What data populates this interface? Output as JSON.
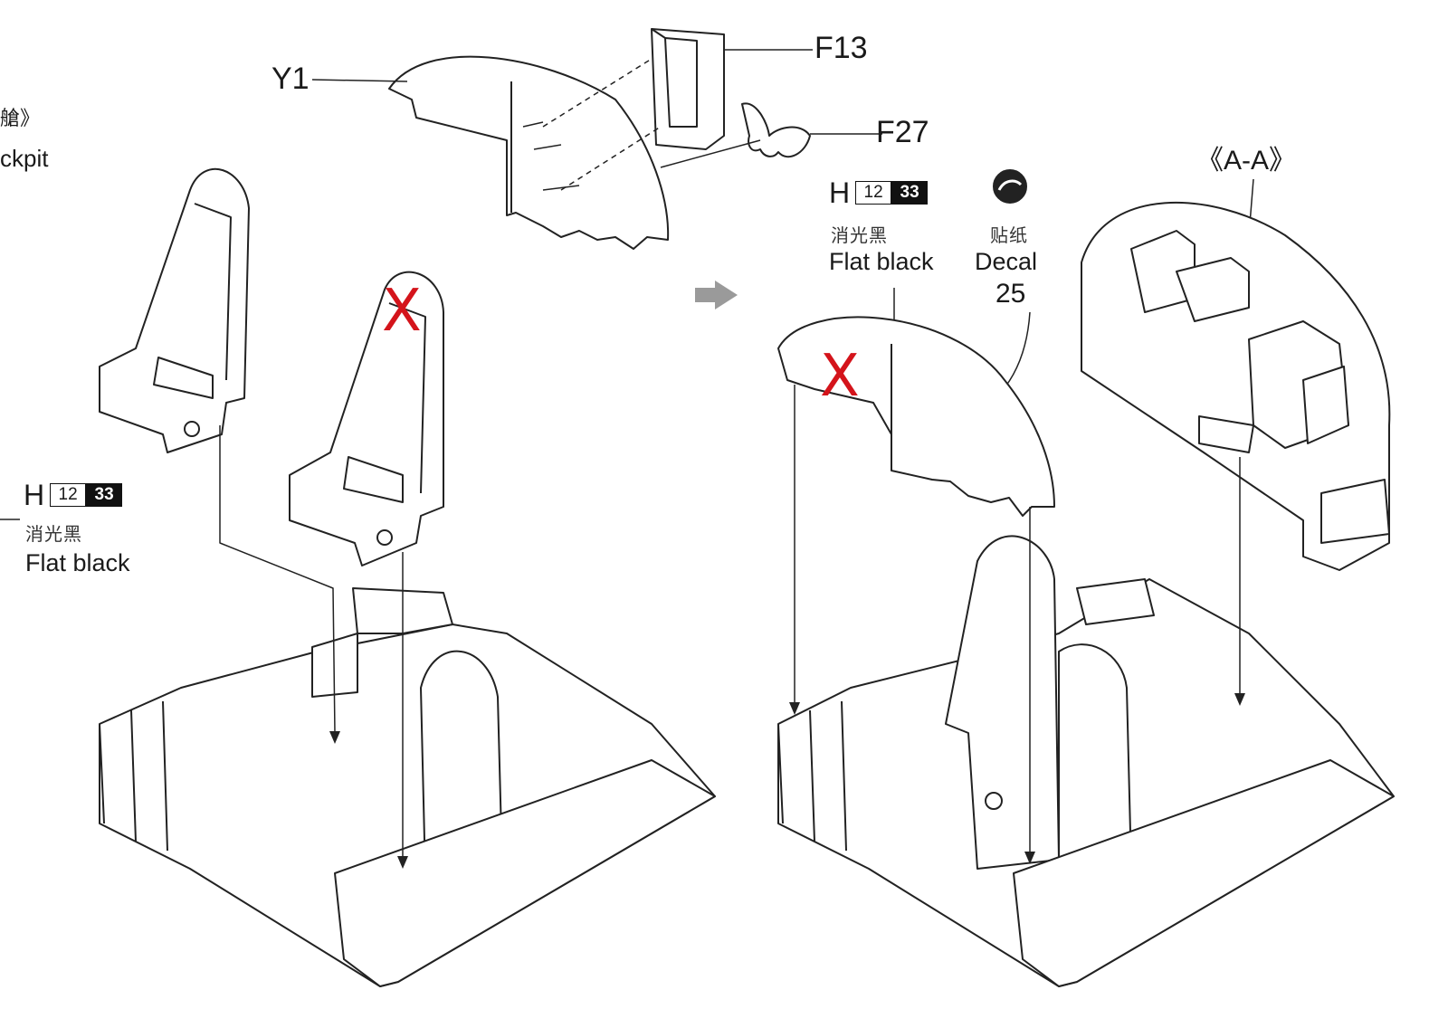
{
  "header": {
    "title_fragment": "艙》",
    "title_en_fragment": "ckpit"
  },
  "parts": {
    "y1": "Y1",
    "f13": "F13",
    "f27": "F27"
  },
  "section_label": "《A-A》",
  "paint_left": {
    "prefix": "H",
    "code1": "12",
    "code2": "33",
    "name_cn": "消光黑",
    "name_en": "Flat black"
  },
  "paint_right": {
    "prefix": "H",
    "code1": "12",
    "code2": "33",
    "name_cn": "消光黑",
    "name_en": "Flat black"
  },
  "decal": {
    "name_cn": "贴纸",
    "name_en": "Decal",
    "number": "25"
  },
  "marks": {
    "x1": "X",
    "x2": "X"
  },
  "colors": {
    "line": "#222222",
    "cross": "#d4141b"
  }
}
